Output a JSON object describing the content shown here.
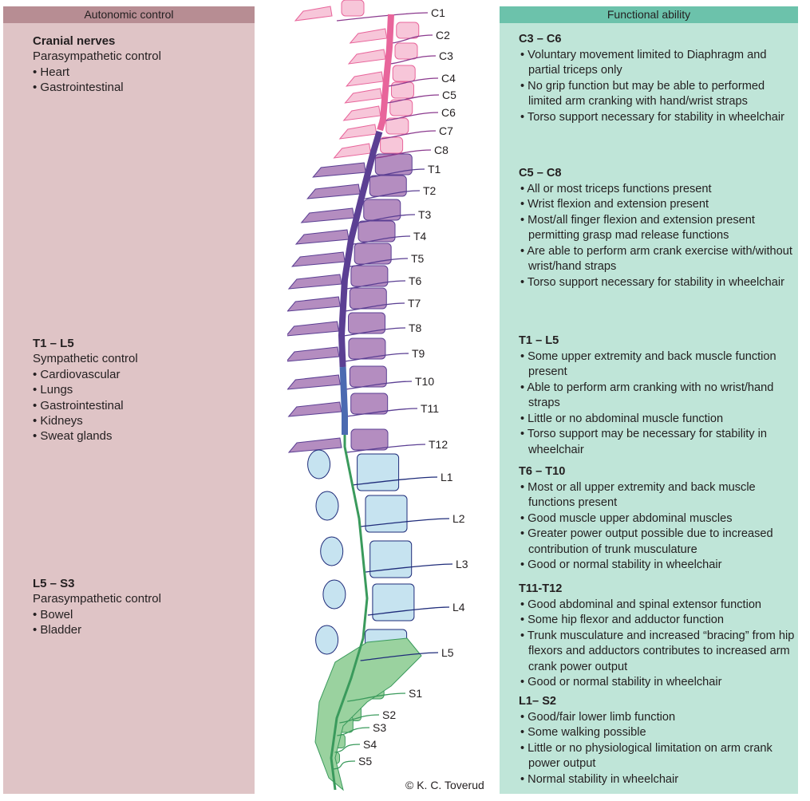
{
  "autonomic": {
    "header": "Autonomic control",
    "sections": [
      {
        "title": "Cranial nerves",
        "subtitle": "Parasympathetic control",
        "items": [
          "Heart",
          "Gastrointestinal"
        ]
      },
      {
        "title": "T1 – L5",
        "subtitle": "Sympathetic control",
        "items": [
          "Cardiovascular",
          "Lungs",
          "Gastrointestinal",
          "Kidneys",
          "Sweat glands"
        ]
      },
      {
        "title": "L5 – S3",
        "subtitle": "Parasympathetic control",
        "items": [
          "Bowel",
          "Bladder"
        ]
      }
    ]
  },
  "functional": {
    "header": "Functional ability",
    "sections": [
      {
        "title": "C3 – C6",
        "items": [
          "Voluntary movement limited to Diaphragm and partial triceps only",
          "No grip function but may be able to performed limited arm cranking with hand/wrist straps",
          "Torso support necessary for stability in wheelchair"
        ]
      },
      {
        "title": "C5 – C8",
        "items": [
          "All or most triceps functions present",
          "Wrist flexion and extension present",
          "Most/all finger flexion and extension present permitting grasp mad release functions",
          "Are able to perform arm crank exercise with/without wrist/hand straps",
          "Torso support necessary for stability in wheelchair"
        ]
      },
      {
        "title": "T1 – L5",
        "items": [
          "Some upper extremity and back muscle function present",
          "Able to perform arm cranking with no wrist/hand straps",
          "Little or no abdominal muscle function",
          "Torso support may be necessary for stability in wheelchair"
        ]
      },
      {
        "title": "T6 – T10",
        "items": [
          "Most or all upper extremity and back muscle functions present",
          "Good muscle upper abdominal muscles",
          "Greater power output possible due to increased contribution of trunk musculature",
          "Good or normal stability in wheelchair"
        ]
      },
      {
        "title": "T11-T12",
        "items": [
          "Good abdominal and spinal extensor function",
          "Some hip flexor and adductor function",
          "Trunk musculature and increased “bracing” from hip flexors and adductors contributes to increased arm crank power output",
          "Good or normal stability in wheelchair"
        ]
      },
      {
        "title": "L1– S2",
        "items": [
          "Good/fair lower limb function",
          "Some walking possible",
          "Little or no physiological limitation on arm crank power output",
          "Normal stability in wheelchair"
        ]
      }
    ]
  },
  "spine": {
    "labels": [
      "C1",
      "C2",
      "C3",
      "C4",
      "C5",
      "C6",
      "C7",
      "C8",
      "T1",
      "T2",
      "T3",
      "T4",
      "T5",
      "T6",
      "T7",
      "T8",
      "T9",
      "T10",
      "T11",
      "T12",
      "L1",
      "L2",
      "L3",
      "L4",
      "L5",
      "S1",
      "S2",
      "S3",
      "S4",
      "S5"
    ],
    "colors": {
      "cervical": "#e8659b",
      "cervical_fill": "#f7c6d9",
      "thoracic": "#5b3f93",
      "thoracic_fill": "#b48dc0",
      "lumbar": "#4b6ab1",
      "lumbar_fill": "#c6e3f0",
      "lumbar_line": "#1f2c7a",
      "sacral": "#3a9a5c",
      "sacral_fill": "#9ad29f"
    }
  },
  "copyright": "© K. C. Toverud"
}
